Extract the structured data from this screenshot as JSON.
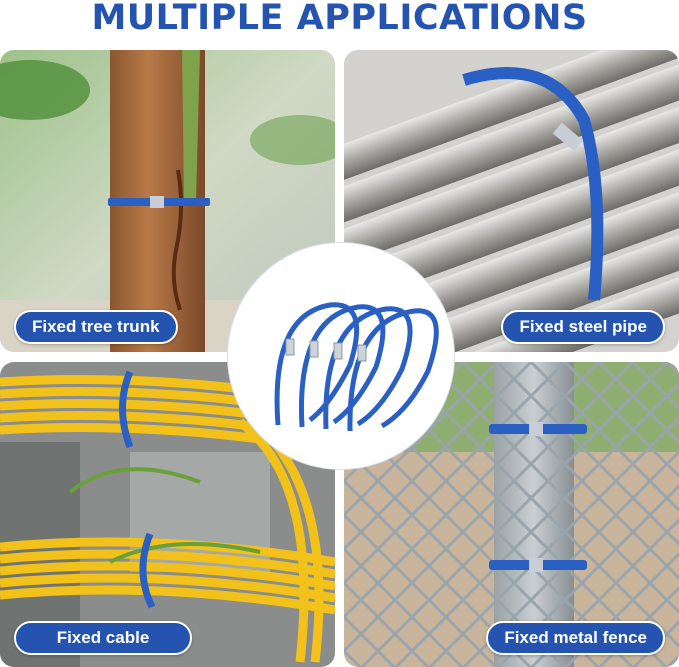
{
  "heading": "MULTIPLE APPLICATIONS",
  "colors": {
    "brand_blue": "#2454b0",
    "tie_blue": "#2a5fc4",
    "label_text": "#ffffff"
  },
  "panels": [
    {
      "id": "tree",
      "label": "Fixed tree trunk"
    },
    {
      "id": "pipe",
      "label": "Fixed steel pipe"
    },
    {
      "id": "cable",
      "label": "Fixed cable"
    },
    {
      "id": "fence",
      "label": "Fixed metal fence"
    }
  ],
  "center_image": "blue-stainless-steel-cable-ties"
}
